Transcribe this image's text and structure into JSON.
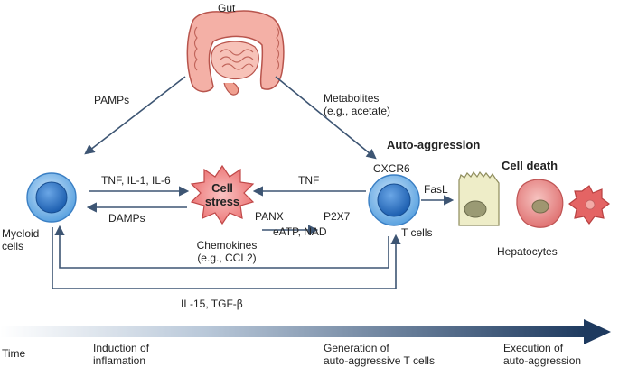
{
  "gut": {
    "label": "Gut"
  },
  "edges": {
    "pamps": "PAMPs",
    "metabolites": [
      "Metabolites",
      "(e.g., acetate)"
    ],
    "tnf_il": "TNF, IL-1, IL-6",
    "damps": "DAMPs",
    "tnf": "TNF",
    "panx": "PANX",
    "p2x7": "P2X7",
    "eatp": "eATP, NAD",
    "chemokines": [
      "Chemokines",
      "(e.g., CCL2)"
    ],
    "il15": "IL-15, TGF-β",
    "fasl": "FasL",
    "cxcr6": "CXCR6"
  },
  "nodes": {
    "myeloid": [
      "Myeloid",
      "cells"
    ],
    "tcells": "T cells",
    "stress": [
      "Cell",
      "stress"
    ],
    "hepatocytes": "Hepatocytes"
  },
  "headings": {
    "auto_aggression": "Auto-aggression",
    "cell_death": "Cell death"
  },
  "timeline": {
    "label": "Time",
    "stages": [
      [
        "Induction of",
        "inflamation"
      ],
      [
        "Generation of",
        "auto-aggressive T cells"
      ],
      [
        "Execution of",
        "auto-aggression"
      ]
    ]
  },
  "colors": {
    "arrow": "#3d5573",
    "cell_blue": "#3b86cc",
    "stress_fill": "#f08c8c",
    "gut_pink": "#f2a8a0",
    "hepatocyte_pink": "#e88080",
    "timeline_dark": "#1e3a5f"
  }
}
